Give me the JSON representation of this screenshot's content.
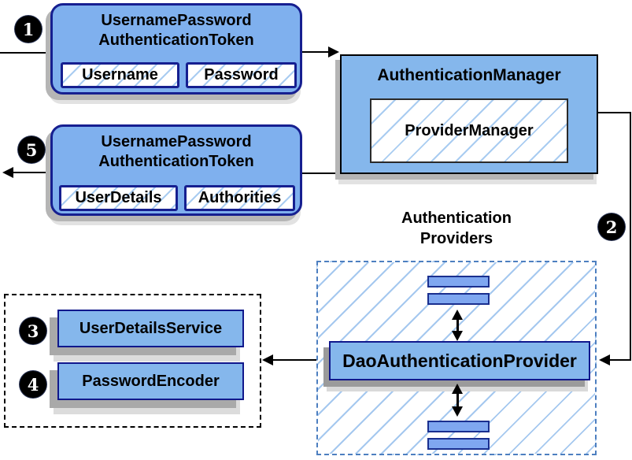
{
  "colors": {
    "box_fill_light": "#85b7ec",
    "token_fill": "#7fb0ee",
    "border_navy": "#161f90",
    "border_black": "#000000",
    "hatch_line": "#a9ccf1",
    "dashed_blue_border": "#4d7fc0",
    "shadow_gray": "#a9a9a9",
    "arrow_color": "#000000",
    "badge_bg": "#000000",
    "badge_text": "#ffffff"
  },
  "diagram": {
    "steps": [
      {
        "label": "1"
      },
      {
        "label": "2"
      },
      {
        "label": "3"
      },
      {
        "label": "4"
      },
      {
        "label": "5"
      }
    ],
    "request_token": {
      "title_line1": "UsernamePassword",
      "title_line2": "AuthenticationToken",
      "fields": [
        {
          "label": "Username"
        },
        {
          "label": "Password"
        }
      ]
    },
    "authentication_manager": {
      "title": "AuthenticationManager",
      "inner_label": "ProviderManager"
    },
    "response_token": {
      "title_line1": "UsernamePassword",
      "title_line2": "AuthenticationToken",
      "fields": [
        {
          "label": "UserDetails"
        },
        {
          "label": "Authorities"
        }
      ]
    },
    "providers": {
      "heading_line1": "Authentication",
      "heading_line2": "Providers",
      "main_provider": "DaoAuthenticationProvider"
    },
    "collaborators": [
      {
        "label": "UserDetailsService"
      },
      {
        "label": "PasswordEncoder"
      }
    ]
  }
}
